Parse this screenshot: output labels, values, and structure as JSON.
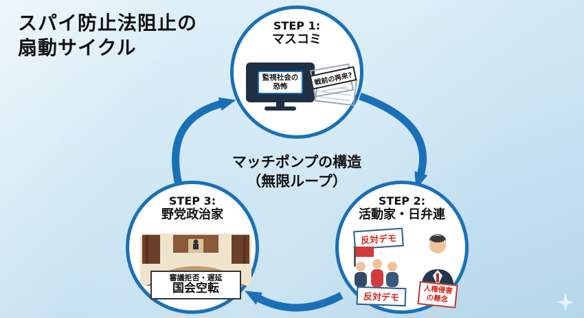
{
  "colors": {
    "accent_blue": "#1a70b8",
    "background_top": "#e4f2fa",
    "background_bottom": "#b5d7ea",
    "text": "#111111",
    "red_text": "#d0281e",
    "tv_dark": "#1f3044"
  },
  "title": {
    "line1": "スパイ防止法阻止の",
    "line2": "扇動サイクル"
  },
  "center_caption": {
    "line1": "マッチポンプの構造",
    "line2": "（無限ループ）"
  },
  "steps": [
    {
      "label": "STEP 1:",
      "name": "マスコミ",
      "tv_line1": "監視社会の",
      "tv_line2": "恐怖",
      "newspaper_label": "戦前の再来?"
    },
    {
      "label": "STEP 2:",
      "name": "活動家・日弁連",
      "sign_top": "反対デモ",
      "sign_bottom": "反対デモ",
      "paper_line1": "人権侵害",
      "paper_line2": "の懸念"
    },
    {
      "label": "STEP 3:",
      "name": "野党政治家",
      "banner_line1": "審議拒否・遅延",
      "banner_line2": "国会空転"
    }
  ]
}
